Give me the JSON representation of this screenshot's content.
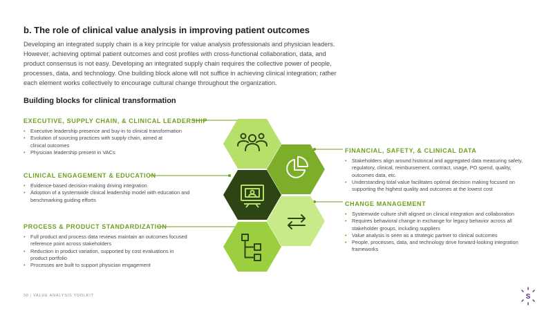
{
  "section_title": "b. The role of clinical value analysis in improving patient outcomes",
  "intro": "Developing an integrated supply chain is a key principle for value analysis professionals and physician leaders. However, achieving optimal patient outcomes and cost profiles with cross-functional collaboration, data, and product consensus is not easy. Developing an integrated supply chain requires the collective power of people, processes, data, and technology. One building block alone will not suffice in achieving clinical integration; rather each element works collectively to encourage cultural change throughout the organization.",
  "blocks_title": "Building blocks for clinical transformation",
  "left_sections": [
    {
      "heading": "EXECUTIVE, SUPPLY CHAIN, & CLINICAL LEADERSHIP",
      "bullets": [
        "Executive leadership presence and buy-in to clinical transformation",
        "Evolution of sourcing practices with supply chain, aimed at clinical outcomes",
        "Physician leadership present in VACs"
      ]
    },
    {
      "heading": "CLINICAL ENGAGEMENT & EDUCATION",
      "bullets": [
        "Evidence-based decision-making driving integration",
        "Adoption of a systemwide clinical leadership model with education and benchmarking guiding efforts"
      ]
    },
    {
      "heading": "PROCESS & PRODUCT STANDARDIZATION",
      "bullets": [
        "Full product and process data reviews maintain an outcomes focused reference point across stakeholders",
        "Reduction in product variation, supported by cost evaluations in product portfolio",
        "Processes are built to support physician engagement"
      ]
    }
  ],
  "right_sections": [
    {
      "heading": "FINANCIAL, SAFETY, & CLINICAL DATA",
      "bullets": [
        "Stakeholders align around historical and aggregated data measuring safety, regulatory, clinical, reimbursement, contract, usage, PO spend, quality, outcomes data, etc.",
        "Understanding total value facilitates optimal decision making focused on supporting the highest quality and outcomes at the lowest cost"
      ]
    },
    {
      "heading": "CHANGE MANAGEMENT",
      "bullets": [
        "Systemwide culture shift aligned on clinical integration and collaboration",
        "Requires behavioral change in exchange for legacy behavior across all stakeholder groups, including suppliers",
        "Value analysis is seen as a strategic partner to clinical outcomes",
        "People, processes, data, and technology drive forward-looking integration frameworks"
      ]
    }
  ],
  "hexagons": [
    {
      "icon": "people-icon",
      "color": "#b7e06a"
    },
    {
      "icon": "pie-chart-icon",
      "color": "#7cae2a"
    },
    {
      "icon": "presentation-icon",
      "color": "#2e4414"
    },
    {
      "icon": "refresh-arrows-icon",
      "color": "#c9ea88"
    },
    {
      "icon": "flowchart-icon",
      "color": "#9ccf40"
    }
  ],
  "footer": {
    "page_number": "30",
    "label": "VALUE ANALYSIS TOOLKIT"
  },
  "logo": {
    "icon": "brand-logo-icon",
    "letter": "S",
    "color": "#5b2a86"
  }
}
